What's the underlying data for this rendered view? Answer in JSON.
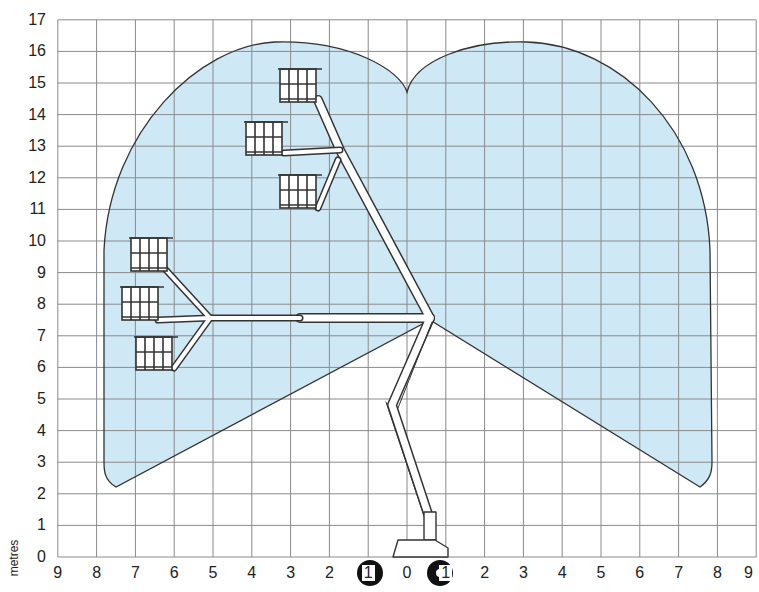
{
  "diagram": {
    "labels": [
      "0",
      "1",
      "2",
      "3",
      "4",
      "5",
      "6",
      "7",
      "8",
      "9",
      "10",
      "11",
      "12",
      "13",
      "14",
      "15",
      "16",
      "17",
      "9",
      "8",
      "7",
      "6",
      "5",
      "4",
      "3",
      "2",
      "1",
      "0",
      "1",
      "2",
      "3",
      "4",
      "5",
      "6",
      "7",
      "8",
      "9",
      "metres"
    ]
  }
}
